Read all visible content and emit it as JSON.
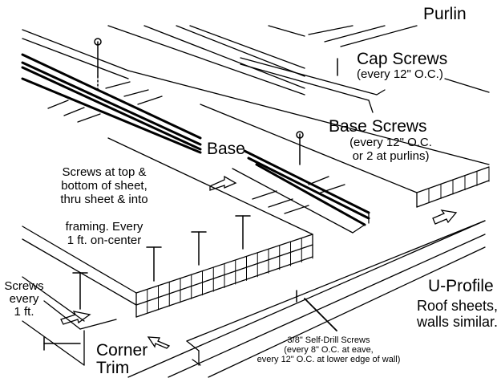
{
  "diagram": {
    "subject": "Polycarbonate sheet roof installation",
    "labels": {
      "purlin": "Purlin",
      "cap_screws_title": "Cap Screws",
      "cap_screws_note": "(every 12\" O.C.)",
      "base_screws_title": "Base Screws",
      "base_screws_note_1": "(every 12\" O.C.",
      "base_screws_note_2": "or 2 at purlins)",
      "base": "Base",
      "screws_top_1": "Screws at top &",
      "screws_top_2": "bottom of sheet,",
      "screws_top_3": "thru sheet & into",
      "screws_top_4": "framing. Every",
      "screws_top_5": "1 ft. on-center",
      "u_profile": "U-Profile",
      "roof_note_1": "Roof sheets,",
      "roof_note_2": "walls similar.",
      "self_drill_1": "3/8\" Self-Drill Screws",
      "self_drill_2": "(every 8\" O.C. at eave,",
      "self_drill_3": "every 12\" O.C. at lower edge of wall)",
      "screws_every_1": "Screws",
      "screws_every_2": "every",
      "screws_every_3": "1 ft.",
      "corner_1": "Corner",
      "corner_2": "Trim"
    },
    "colors": {
      "ink": "#000000",
      "paper": "#ffffff"
    }
  }
}
